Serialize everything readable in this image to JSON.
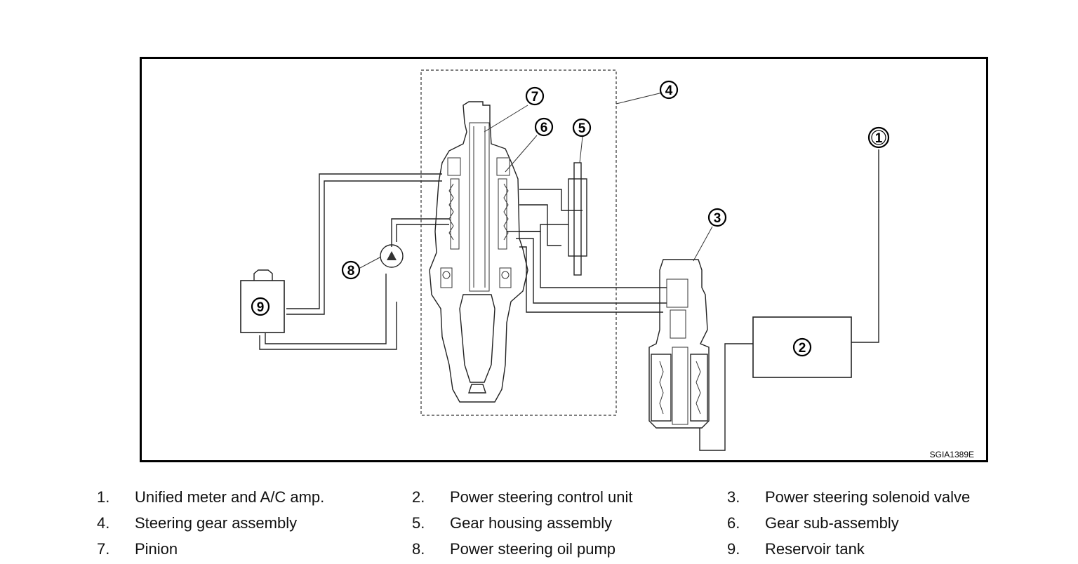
{
  "diagram": {
    "reference_code": "SGIA1389E",
    "callouts": [
      "1",
      "2",
      "3",
      "4",
      "5",
      "6",
      "7",
      "8",
      "9"
    ]
  },
  "legend": [
    {
      "num": "1.",
      "label": "Unified meter and A/C amp."
    },
    {
      "num": "2.",
      "label": "Power steering control unit"
    },
    {
      "num": "3.",
      "label": "Power steering solenoid valve"
    },
    {
      "num": "4.",
      "label": "Steering gear assembly"
    },
    {
      "num": "5.",
      "label": "Gear housing assembly"
    },
    {
      "num": "6.",
      "label": "Gear sub-assembly"
    },
    {
      "num": "7.",
      "label": "Pinion"
    },
    {
      "num": "8.",
      "label": "Power steering oil pump"
    },
    {
      "num": "9.",
      "label": "Reservoir tank"
    }
  ]
}
